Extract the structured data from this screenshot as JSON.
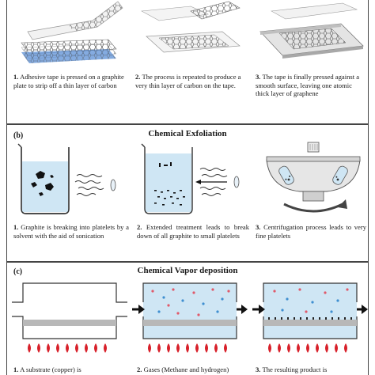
{
  "panel_a": {
    "steps": [
      {
        "num": "1.",
        "text": "Adhesive tape is pressed on a graphite plate to strip off a thin layer of carbon"
      },
      {
        "num": "2.",
        "text": "The process is repeated to produce a very thin layer of carbon on the tape."
      },
      {
        "num": "3.",
        "text": "The tape is finally pressed against a smooth surface, leaving one atomic thick layer of graphene"
      }
    ]
  },
  "panel_b": {
    "label": "(b)",
    "title": "Chemical Exfoliation",
    "steps": [
      {
        "num": "1.",
        "text": "Graphite is breaking into platelets by a solvent with the aid of sonication"
      },
      {
        "num": "2.",
        "text": "Extended treatment leads to break down of all graphite to small platelets"
      },
      {
        "num": "3.",
        "text": "Centrifugation process leads to very fine platelets"
      }
    ]
  },
  "panel_c": {
    "label": "(c)",
    "title": "Chemical Vapor deposition",
    "steps": [
      {
        "num": "1.",
        "text": "A substrate (copper) is"
      },
      {
        "num": "2.",
        "text": "Gases (Methane and hydrogen)"
      },
      {
        "num": "3.",
        "text": "The resulting product is"
      }
    ]
  },
  "colors": {
    "water": "#cfe6f4",
    "flame": "#d8202a",
    "arrow": "#111111",
    "dot_red": "#e05a6a",
    "dot_blue": "#3f8fd0",
    "substrate": "#b8b8b8"
  }
}
